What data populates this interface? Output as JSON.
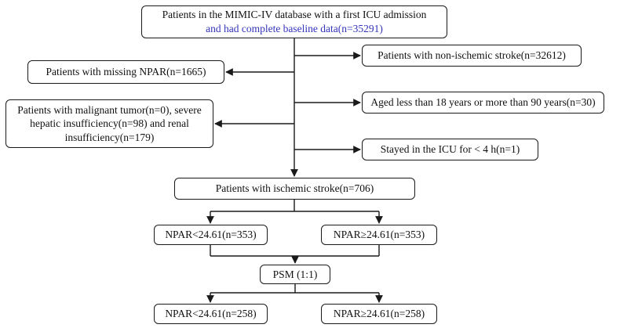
{
  "title": "Patient selection flowchart (MIMIC-IV, NPAR ischemic stroke study)",
  "colors": {
    "line": "#1a1a1a",
    "box_border": "#1a1a1a",
    "highlight_text": "#3333bb"
  },
  "boxes": {
    "top": {
      "line1": "Patients in the MIMIC-IV database with a first ICU admission",
      "line2": "and had complete baseline data(n=35291)"
    },
    "missing_npar": "Patients with missing NPAR(n=1665)",
    "malignant_tumor": "Patients with malignant tumor(n=0), severe hepatic insufficiency(n=98) and renal insufficiency(n=179)",
    "non_ischemic": "Patients with non-ischemic stroke(n=32612)",
    "age_exclusion": "Aged less than 18 years or more than 90 years(n=30)",
    "icu_stay": "Stayed in the ICU for < 4 h(n=1)",
    "ischemic": "Patients with ischemic stroke(n=706)",
    "npar_low_353": "NPAR<24.61(n=353)",
    "npar_high_353": "NPAR≥24.61(n=353)",
    "psm": "PSM (1:1)",
    "npar_low_258": "NPAR<24.61(n=258)",
    "npar_high_258": "NPAR≥24.61(n=258)"
  }
}
